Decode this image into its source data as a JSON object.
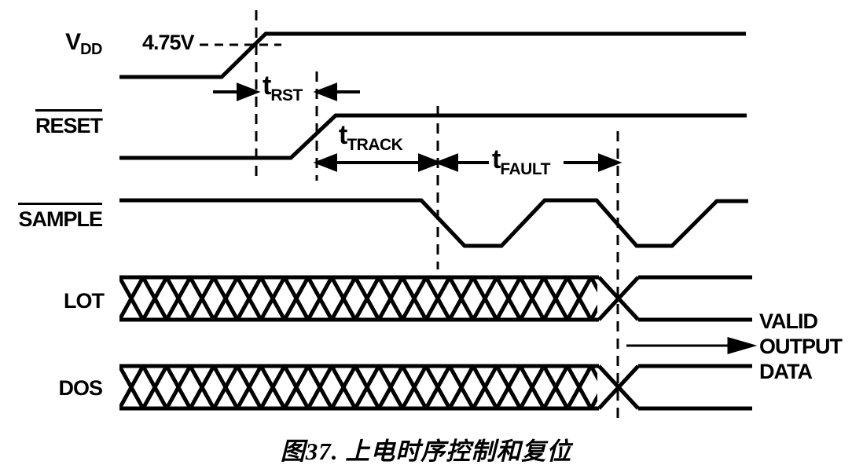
{
  "colors": {
    "background": "#ffffff",
    "ink": "#000000"
  },
  "signals": {
    "vdd": {
      "name": "V",
      "sub": "DD",
      "overline": false
    },
    "reset": {
      "name": "RESET",
      "overline": true
    },
    "sample": {
      "name": "SAMPLE",
      "overline": true
    },
    "lot": {
      "name": "LOT",
      "overline": false
    },
    "dos": {
      "name": "DOS",
      "overline": false
    }
  },
  "annotations": {
    "threshold": "4.75V",
    "t_rst": {
      "base": "t",
      "sub": "RST"
    },
    "t_track": {
      "base": "t",
      "sub": "TRACK"
    },
    "t_fault": {
      "base": "t",
      "sub": "FAULT"
    },
    "output": {
      "line1": "VALID",
      "line2": "OUTPUT",
      "line3": "DATA"
    }
  },
  "caption": "图37. 上电时序控制和复位"
}
